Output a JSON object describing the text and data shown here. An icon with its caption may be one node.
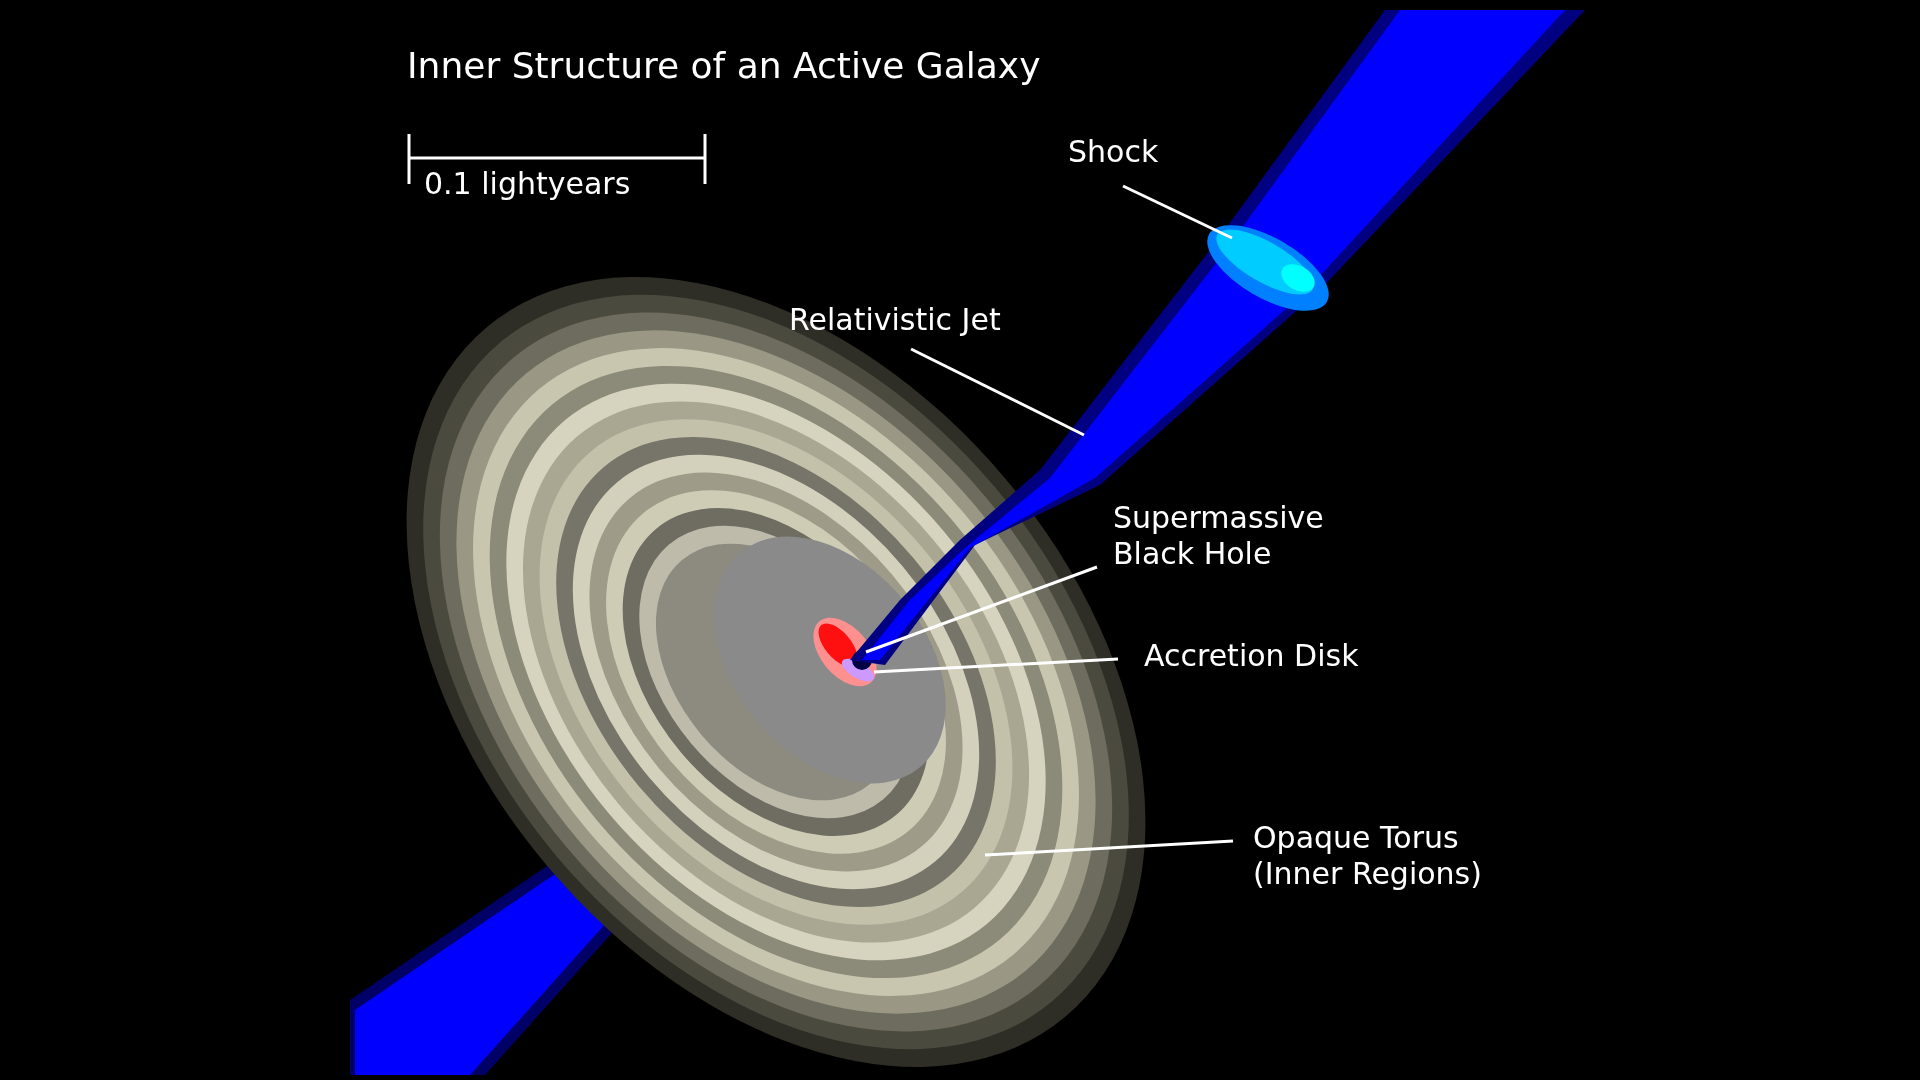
{
  "diagram": {
    "title": "Inner Structure of an Active Galaxy",
    "nodes": [
      {
        "text": [
          "Shock"
        ]
      },
      {
        "text": [
          "Relativistic Jet"
        ]
      },
      {
        "text": [
          "Supermassive Black Hole"
        ]
      },
      {
        "text": [
          "Accretion Disk"
        ]
      },
      {
        "text": [
          "Opaque Torus (Inner Regions)"
        ]
      },
      {
        "text": [],
        "shape": "picture"
      },
      {
        "text": [],
        "shape": "picture"
      },
      {
        "text": [],
        "shape": "picture",
        "in": 6
      },
      {
        "text": [],
        "shape": "picture",
        "in": 5
      },
      {
        "text": [],
        "shape": "circle",
        "in": 8
      }
    ],
    "edges": [
      {
        "from": 0,
        "to": 7,
        "arrow": "none"
      },
      {
        "from": 1,
        "to": 6,
        "arrow": "none"
      },
      {
        "from": 2,
        "to": 9,
        "arrow": "none"
      },
      {
        "from": 3,
        "to": 8,
        "arrow": "none"
      },
      {
        "from": 4,
        "to": 5,
        "arrow": "none"
      }
    ],
    "labels": [
      "0.1 lightyears"
    ]
  }
}
